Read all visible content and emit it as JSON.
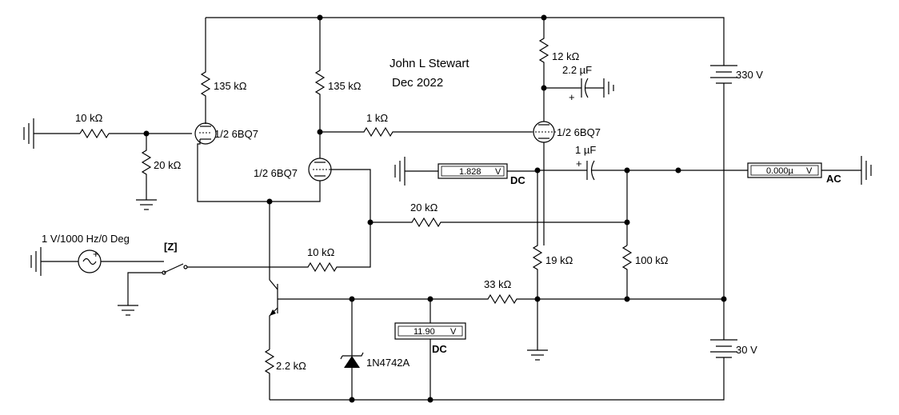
{
  "annotation": {
    "author": "John L Stewart",
    "date": "Dec 2022"
  },
  "components": {
    "r_in_series": "10 kΩ",
    "r_in_shunt": "20 kΩ",
    "r_plate1": "135 kΩ",
    "r_plate2": "135 kΩ",
    "r_grid": "1 kΩ",
    "r_plate3": "12 kΩ",
    "c_decouple": "2.2 µF",
    "c_out": "1 µF",
    "r_feedback": "20 kΩ",
    "r_cathode": "19 kΩ",
    "r_load": "100 kΩ",
    "r_input2": "10 kΩ",
    "r_zener": "33 kΩ",
    "r_emitter": "2.2 kΩ",
    "zener": "1N4742A",
    "tube1": "1/2 6BQ7",
    "tube2": "1/2 6BQ7",
    "tube3": "1/2 6BQ7",
    "battery_hi": "330 V",
    "battery_lo": "30 V",
    "source": "1 V/1000 Hz/0 Deg",
    "switch_key": "[Z]"
  },
  "meters": {
    "dc_cathode": {
      "value": "1.828",
      "unit": "V",
      "mode": "DC"
    },
    "ac_out": {
      "value": "0.000µ",
      "unit": "V",
      "mode": "AC"
    },
    "dc_zener": {
      "value": "11.90",
      "unit": "V",
      "mode": "DC"
    }
  }
}
